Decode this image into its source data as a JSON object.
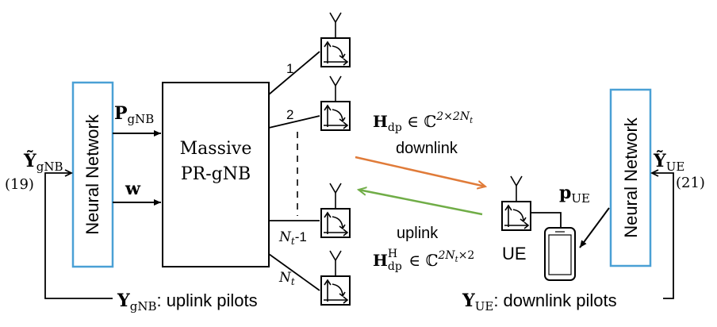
{
  "colors": {
    "line": "#000000",
    "nn_border": "#4aa0d5",
    "downlink_arrow": "#e07b39",
    "uplink_arrow": "#70ad47"
  },
  "left_nn": {
    "label": "Neural Network"
  },
  "right_nn": {
    "label": "Neural Network"
  },
  "gnb_box": {
    "line1": "Massive",
    "line2": "PR-gNB"
  },
  "inputs": {
    "p_gnb_main": "P",
    "p_gnb_sub": "gNB",
    "w": "w"
  },
  "left_feedback": {
    "y_tilde_main": "Ỹ",
    "y_tilde_sub": "gNB",
    "eq_ref": "(19)",
    "y_main": "Y",
    "y_sub": "gNB",
    "caption": ": uplink pilots"
  },
  "right_feedback": {
    "y_tilde_main": "Ỹ",
    "y_tilde_sub": "UE",
    "eq_ref": "(21)",
    "y_main": "Y",
    "y_sub": "UE",
    "caption": ": downlink pilots",
    "p_main": "p",
    "p_sub": "UE"
  },
  "antenna_labels": {
    "a1": "1",
    "a2": "2",
    "a3_main": "N",
    "a3_sub": "t",
    "a3_suffix": "-1",
    "a4_main": "N",
    "a4_sub": "t"
  },
  "downlink": {
    "h_main": "H",
    "h_sub": "dp",
    "set": " ∈ ℂ",
    "exp": "2×2N",
    "exp_sub": "t",
    "label": "downlink"
  },
  "uplink": {
    "label": "uplink",
    "h_main": "H",
    "h_sub": "dp",
    "h_sup": "H",
    "set": " ∈ ℂ",
    "exp": "2N",
    "exp_sub": "t",
    "exp_tail": "×2"
  },
  "ue": {
    "label": "UE"
  }
}
